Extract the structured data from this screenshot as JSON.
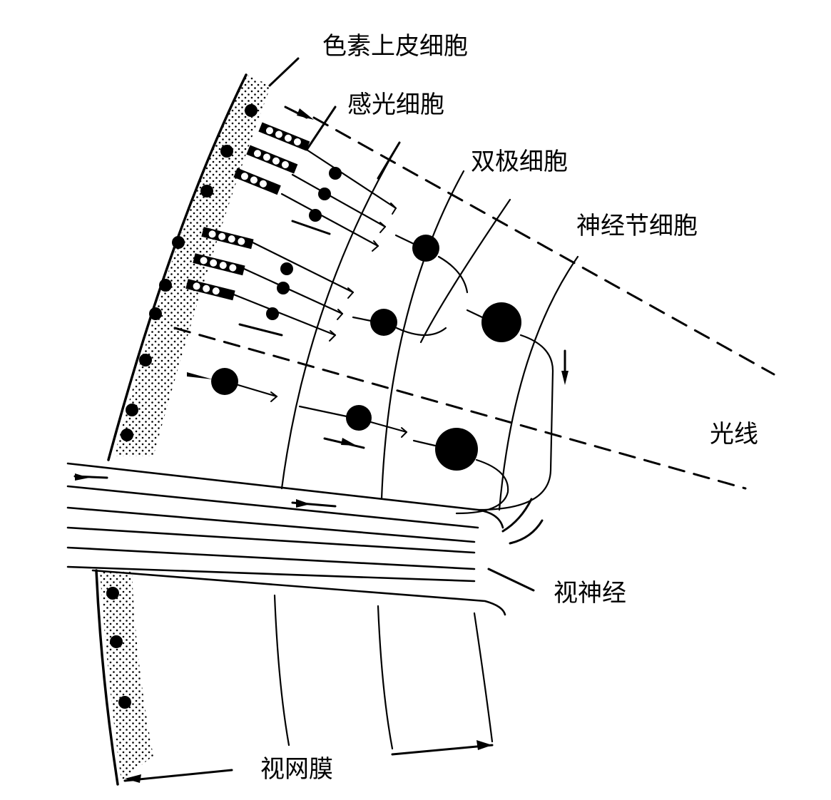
{
  "labels": {
    "pigment_epithelium": "色素上皮细胞",
    "photoreceptor": "感光细胞",
    "bipolar": "双极细胞",
    "ganglion": "神经节细胞",
    "light": "光线",
    "optic_nerve": "视神经",
    "retina": "视网膜"
  }
}
